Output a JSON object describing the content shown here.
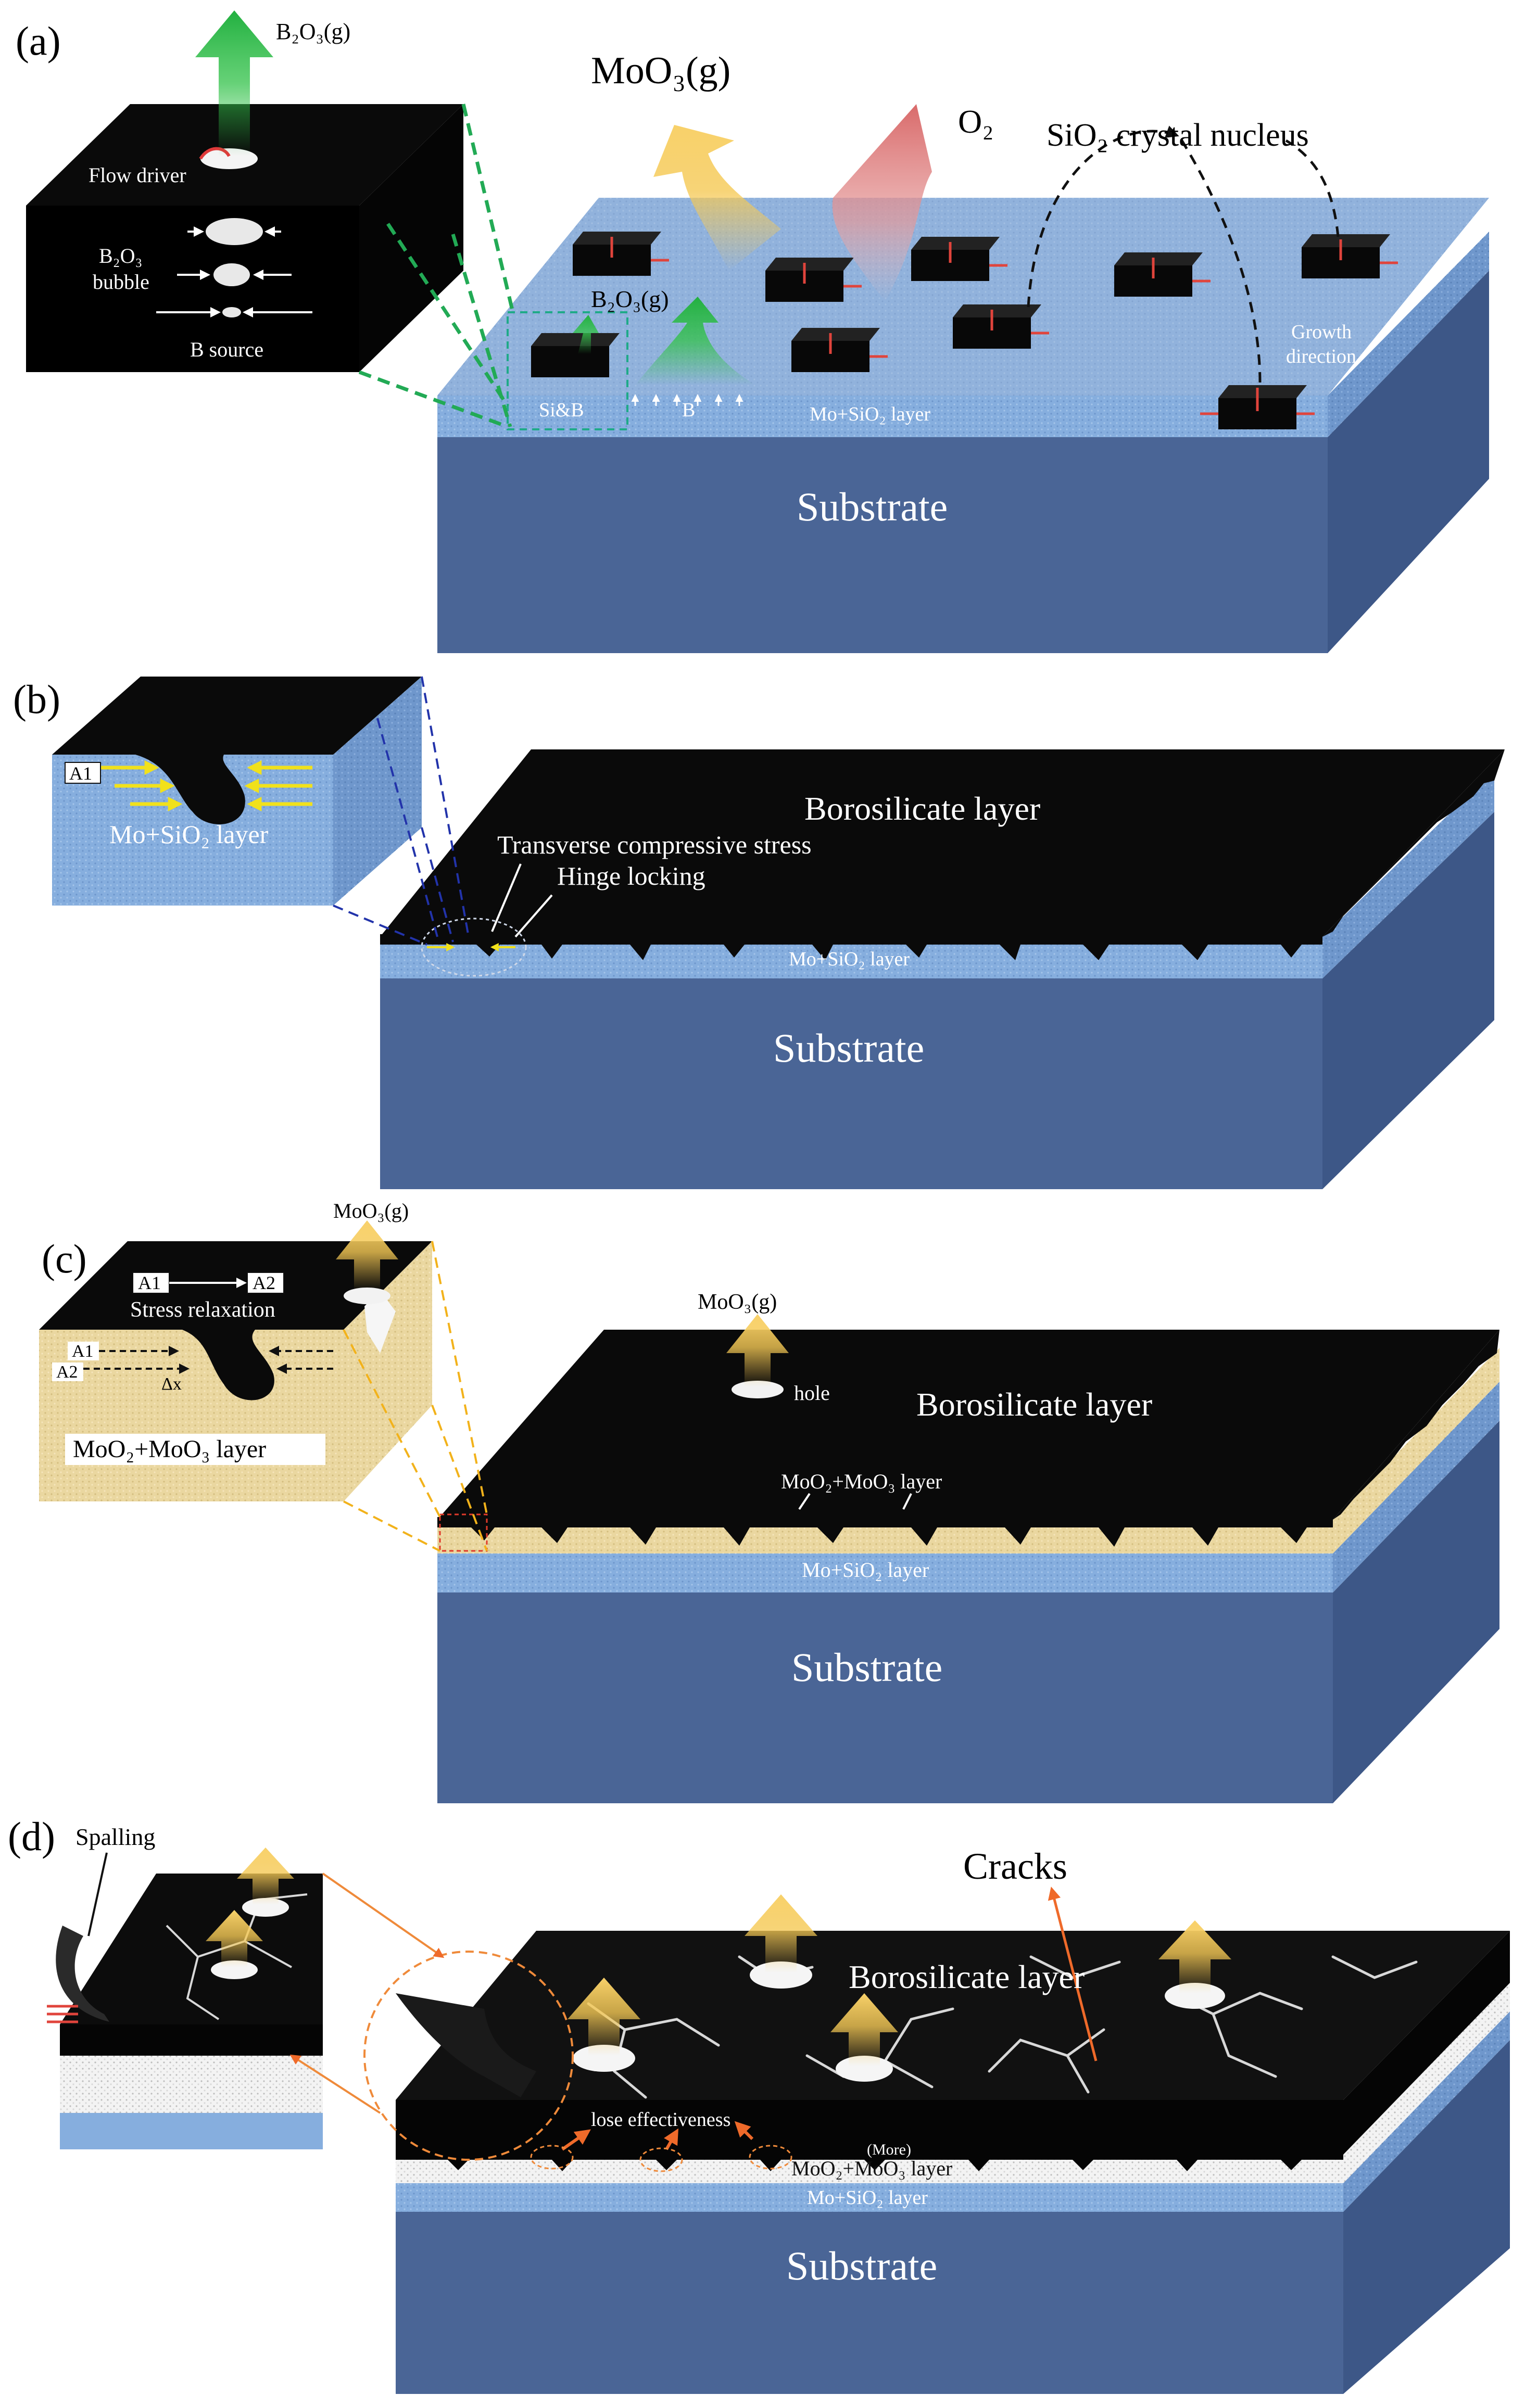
{
  "panels": {
    "a": {
      "label": "(a)",
      "inset": {
        "b2o3_gas": "B₂O₃(g)",
        "flow_driver": "Flow driver",
        "bubble_line1": "B₂O₃",
        "bubble_line2": "bubble",
        "b_source": "B source"
      },
      "moo3_gas": "MoO₃(g)",
      "o2": "O₂",
      "sio2_nucleus": "SiO₂ crystal nucleus",
      "growth_line1": "Growth",
      "growth_line2": "direction",
      "b2o3_gas_small": "B₂O₃(g)",
      "si_b": "Si&B",
      "b": "B",
      "layer": "Mo+SiO₂ layer",
      "substrate": "Substrate"
    },
    "b": {
      "label": "(b)",
      "inset": {
        "a1": "A1",
        "layer": "Mo+SiO₂ layer"
      },
      "top_layer": "Borosilicate layer",
      "stress": "Transverse compressive stress",
      "hinge": "Hinge locking",
      "layer": "Mo+SiO₂ layer",
      "substrate": "Substrate"
    },
    "c": {
      "label": "(c)",
      "inset": {
        "a1_top": "A1",
        "a2_top": "A2",
        "relax": "Stress relaxation",
        "a1": "A1",
        "a2": "A2",
        "dx": "Δx",
        "moo3_gas": "MoO₃(g)",
        "layer": "MoO₂+MoO₃ layer"
      },
      "moo3_gas": "MoO₃(g)",
      "hole": "hole",
      "top_layer": "Borosilicate layer",
      "mid_layer": "MoO₂+MoO₃ layer",
      "layer": "Mo+SiO₂ layer",
      "substrate": "Substrate"
    },
    "d": {
      "label": "(d)",
      "spalling": "Spalling",
      "cracks": "Cracks",
      "top_layer": "Borosilicate layer",
      "lose": "lose effectiveness",
      "more": "(More)",
      "mid_layer": "MoO₂+MoO₃ layer",
      "layer": "Mo+SiO₂ layer",
      "substrate": "Substrate"
    }
  },
  "colors": {
    "substrate_front": "#4a6596",
    "substrate_side": "#3d5787",
    "substrate_top": "#9fb7d9",
    "mosio2": "#86aede",
    "mosio2_dark": "#6d94c8",
    "oxide": "#ead7a0",
    "oxide_white": "#f3f3f3",
    "black": "#080808",
    "gas_green": "#33c24a",
    "gas_yellow": "#f5c955",
    "gas_red": "#d97070",
    "arrow_red": "#e0443c",
    "dash_green": "#22aa55",
    "dash_blue": "#2233aa",
    "dash_yellow": "#f2b21b",
    "dash_orange": "#ef8a3a"
  }
}
